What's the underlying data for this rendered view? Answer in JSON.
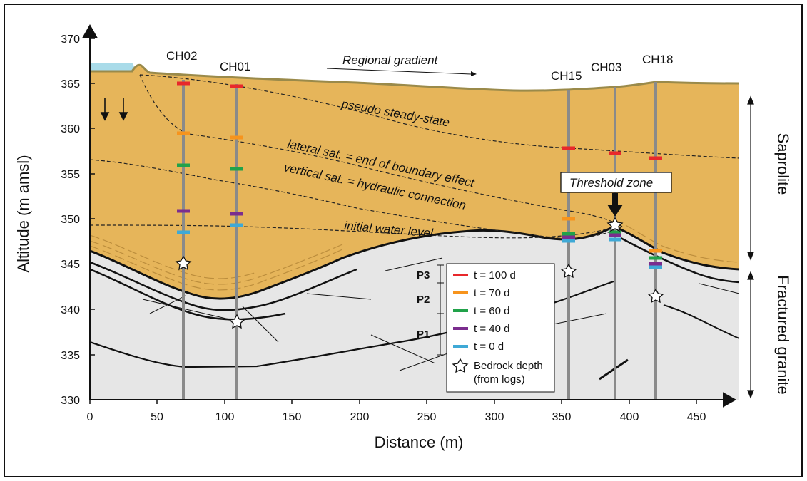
{
  "axes": {
    "xlabel": "Distance (m)",
    "ylabel": "Altitude (m amsl)",
    "x_ticks": [
      "0",
      "50",
      "100",
      "150",
      "200",
      "250",
      "300",
      "350",
      "400",
      "450"
    ],
    "y_ticks": [
      "330",
      "335",
      "340",
      "345",
      "350",
      "355",
      "360",
      "365",
      "370"
    ]
  },
  "wells": [
    {
      "name": "CH02",
      "x": 68
    },
    {
      "name": "CH01",
      "x": 107
    },
    {
      "name": "CH15",
      "x": 349
    },
    {
      "name": "CH03",
      "x": 383
    },
    {
      "name": "CH18",
      "x": 413
    }
  ],
  "annotations": {
    "regional_gradient": "Regional gradient",
    "pseudo": "pseudo steady-state",
    "lateral": "lateral sat. = end of boundary effect",
    "vertical": "vertical sat. = hydraulic connection",
    "initial": "initial water level",
    "threshold": "Threshold zone",
    "p3": "P3",
    "p2": "P2",
    "p1": "P1"
  },
  "zones": {
    "saprolite": "Saprolite",
    "granite": "Fractured granite"
  },
  "legend": [
    {
      "label": "t = 100 d",
      "color": "#e8282b"
    },
    {
      "label": "t = 70 d",
      "color": "#f7941d"
    },
    {
      "label": "t = 60 d",
      "color": "#21a24a"
    },
    {
      "label": "t = 40 d",
      "color": "#7b2d8e"
    },
    {
      "label": "t = 0 d",
      "color": "#3fa9d6"
    }
  ],
  "legend_star": {
    "line1": "Bedrock depth",
    "line2": "(from logs)"
  },
  "colors": {
    "saprolite": "#e6b55a",
    "granite": "#e6e6e6",
    "water": "#a9dbe9",
    "well": "#8a8a8a"
  }
}
